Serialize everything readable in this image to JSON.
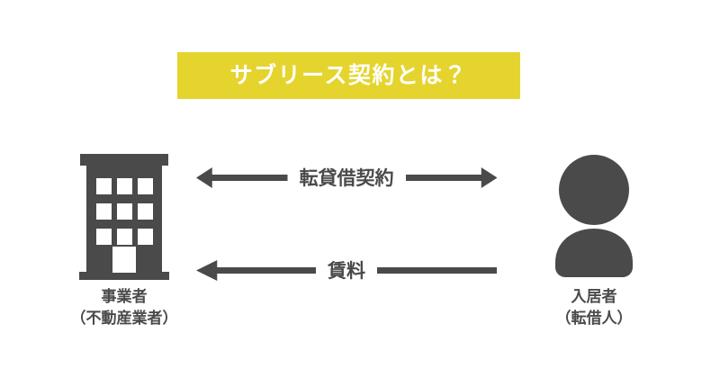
{
  "title": {
    "text": "サブリース契約とは？",
    "background_color": "#e5d42e",
    "text_color": "#ffffff"
  },
  "colors": {
    "accent_yellow": "#e5d42e",
    "icon_gray": "#4a4a4a",
    "text_gray": "#4a4a4a",
    "background": "#ffffff"
  },
  "entities": {
    "left": {
      "icon": "office-building-icon",
      "label_main": "事業者",
      "label_sub": "（不動産業者）"
    },
    "right": {
      "icon": "person-avatar-icon",
      "label_main": "入居者",
      "label_sub": "（転借人）"
    }
  },
  "relations": [
    {
      "id": "sublease",
      "label": "転貸借契約",
      "direction": "bidirectional",
      "left_arrowhead": true,
      "right_arrowhead": true
    },
    {
      "id": "rent",
      "label": "賃料",
      "direction": "right-to-left",
      "left_arrowhead": true,
      "right_arrowhead": false
    }
  ]
}
